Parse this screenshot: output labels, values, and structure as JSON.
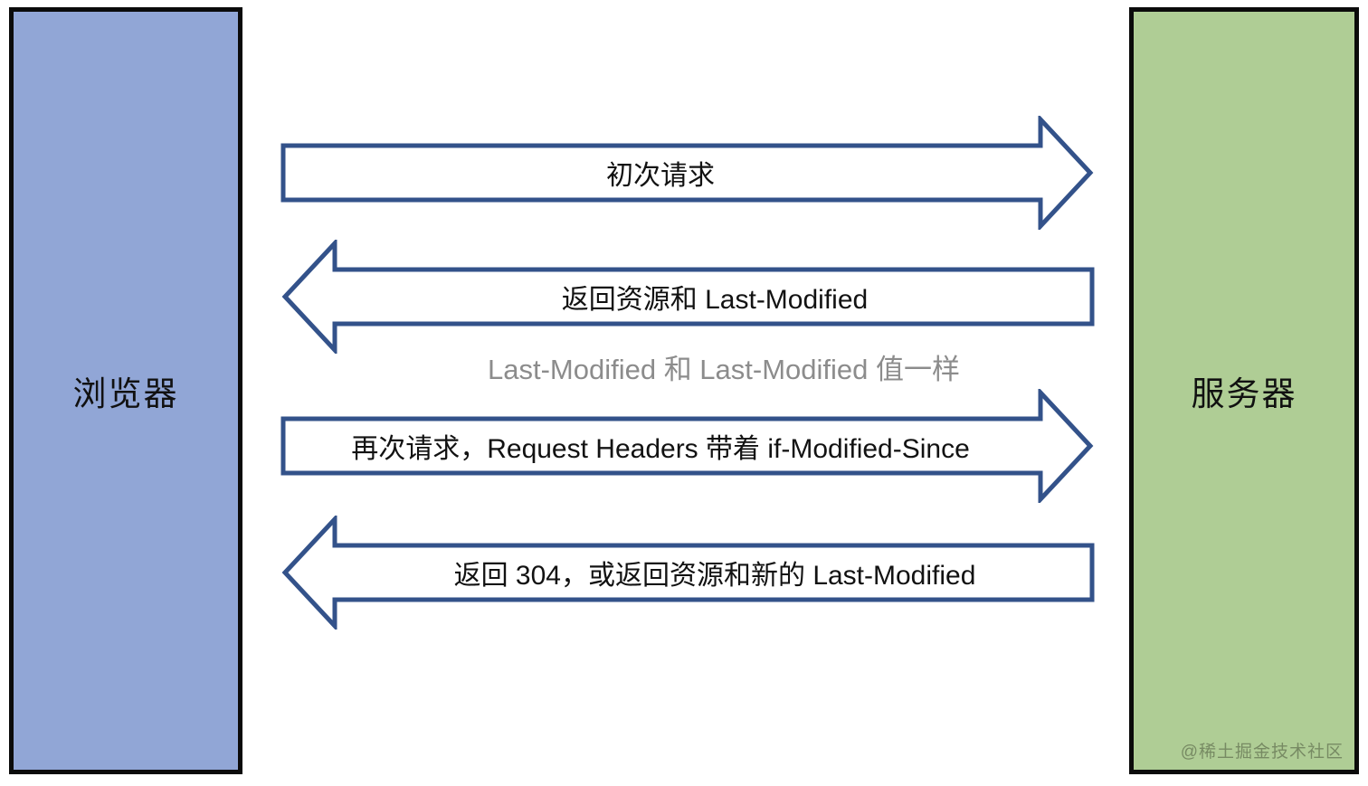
{
  "diagram": {
    "left_box": {
      "label": "浏览器",
      "fill": "#91A6D6"
    },
    "right_box": {
      "label": "服务器",
      "fill": "#AFCD95"
    },
    "arrows": [
      {
        "direction": "right",
        "label": "初次请求"
      },
      {
        "direction": "left",
        "label": "返回资源和 Last-Modified"
      },
      {
        "direction": "right",
        "label": "再次请求，Request Headers 带着 if-Modified-Since"
      },
      {
        "direction": "left",
        "label": "返回 304，或返回资源和新的 Last-Modified"
      }
    ],
    "note": "Last-Modified 和 Last-Modified 值一样",
    "watermark": "@稀土掘金技术社区",
    "colors": {
      "arrow_stroke": "#33528A",
      "arrow_fill": "#FFFFFF",
      "box_border": "#0B0B0B",
      "note_text": "#8C8C8C",
      "arrow_text": "#121212"
    }
  }
}
